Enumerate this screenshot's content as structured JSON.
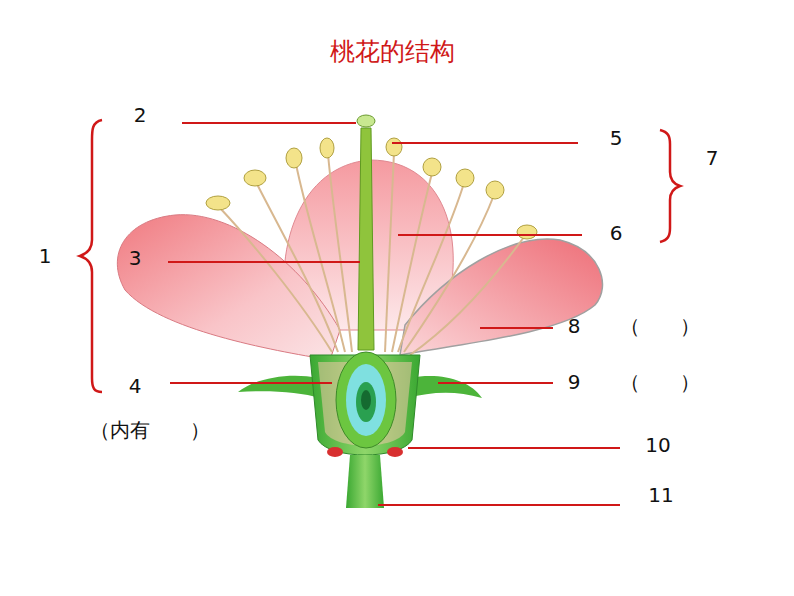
{
  "diagram": {
    "title": "桃花的结构",
    "labels": [
      "1",
      "2",
      "3",
      "4",
      "（内有　　）",
      "5",
      "6",
      "7",
      "8",
      "（　　）",
      "9",
      "（　　）",
      "10",
      "11"
    ]
  }
}
